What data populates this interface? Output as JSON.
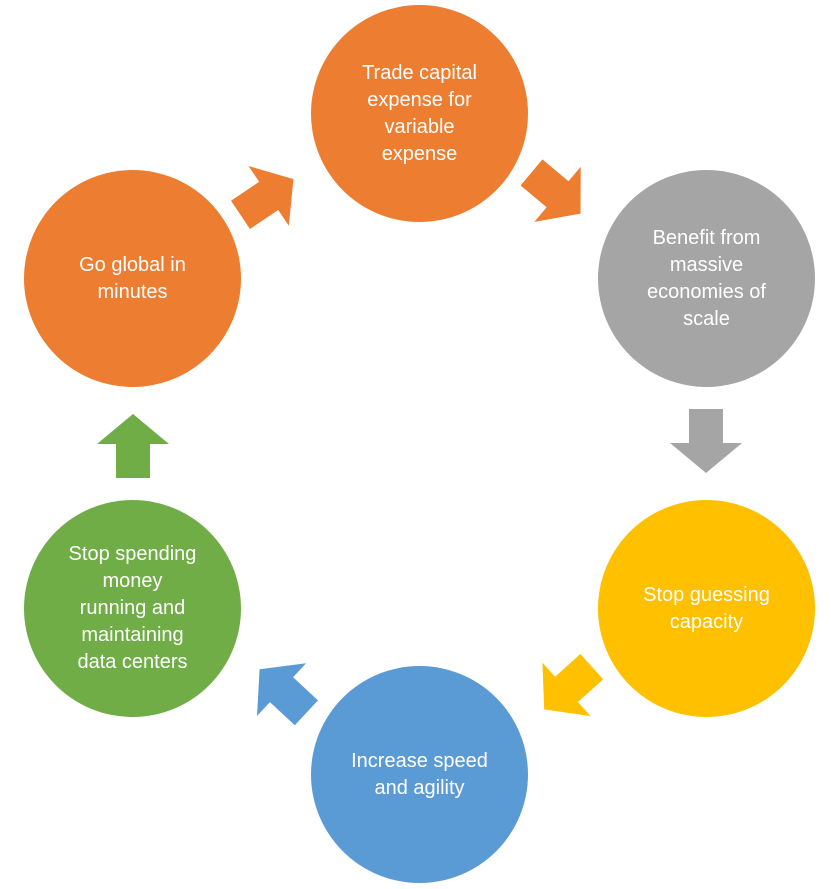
{
  "diagram": {
    "type": "cycle",
    "nodes": [
      {
        "id": "trade",
        "label": "Trade capital\nexpense for\nvariable\nexpense",
        "color": "#ED7D31"
      },
      {
        "id": "benefit",
        "label": "Benefit from\nmassive\neconomies of\nscale",
        "color": "#A5A5A5"
      },
      {
        "id": "guessing",
        "label": "Stop guessing\ncapacity",
        "color": "#FFC000"
      },
      {
        "id": "speed",
        "label": "Increase speed\nand agility",
        "color": "#5B9BD5"
      },
      {
        "id": "spending",
        "label": "Stop spending\nmoney\nrunning and\nmaintaining\ndata centers",
        "color": "#70AD47"
      },
      {
        "id": "global",
        "label": "Go global in\nminutes",
        "color": "#ED7D31"
      }
    ],
    "arrow_colors": [
      "#ED7D31",
      "#A5A5A5",
      "#FFC000",
      "#5B9BD5",
      "#70AD47",
      "#ED7D31"
    ]
  }
}
